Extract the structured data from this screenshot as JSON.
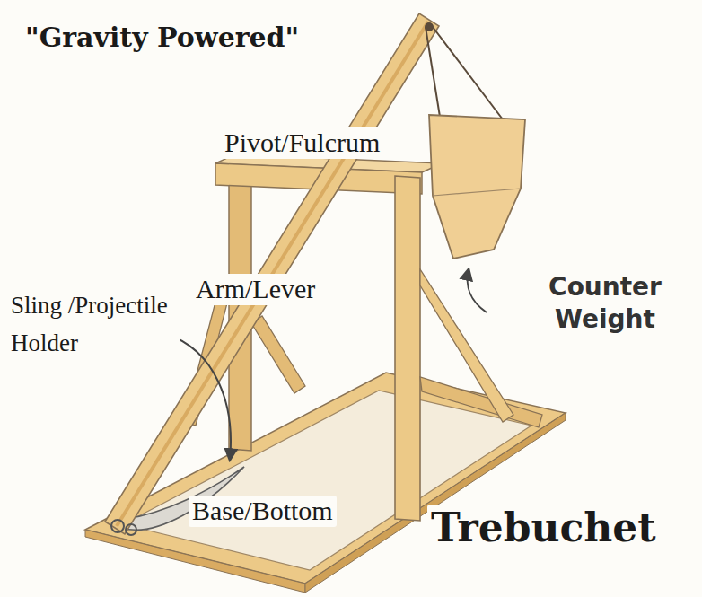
{
  "diagram": {
    "title": "Trebuchet",
    "labels": [
      "\"Gravity Powered\"",
      "Pivot/Fulcrum",
      "Arm/Lever",
      "Sling /Projectile Holder",
      "Counter Weight",
      "Base/Bottom"
    ]
  }
}
